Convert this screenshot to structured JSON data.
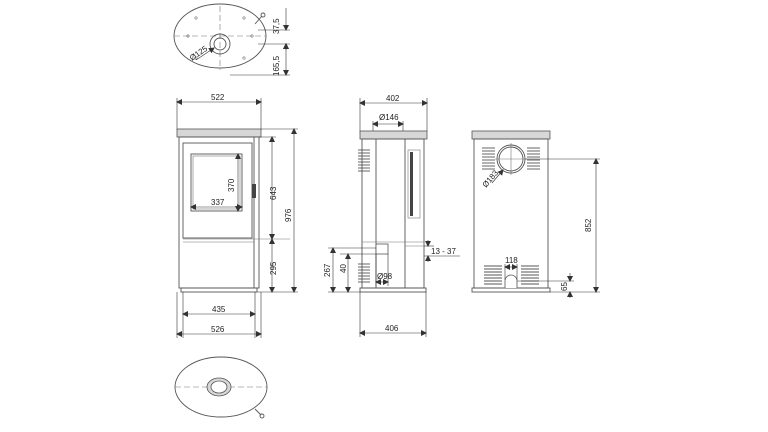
{
  "top_view": {
    "d_flue": "Ø125",
    "dim_a": "37,5",
    "dim_b": "165,5"
  },
  "front_view": {
    "width_top": "522",
    "height_total": "976",
    "height_door": "643",
    "height_base": "295",
    "glass_h": "370",
    "glass_w": "337",
    "width_inner": "435",
    "width_bottom": "526"
  },
  "side_view": {
    "depth_top": "402",
    "d_outlet": "Ø146",
    "offset": "13 - 37",
    "h_rear": "267",
    "h_low": "40",
    "d_air": "Ø98",
    "depth_bottom": "406"
  },
  "back_view": {
    "d_outlet": "Ø183",
    "h_outlet": "852",
    "w_air": "118",
    "h_air": "65"
  }
}
